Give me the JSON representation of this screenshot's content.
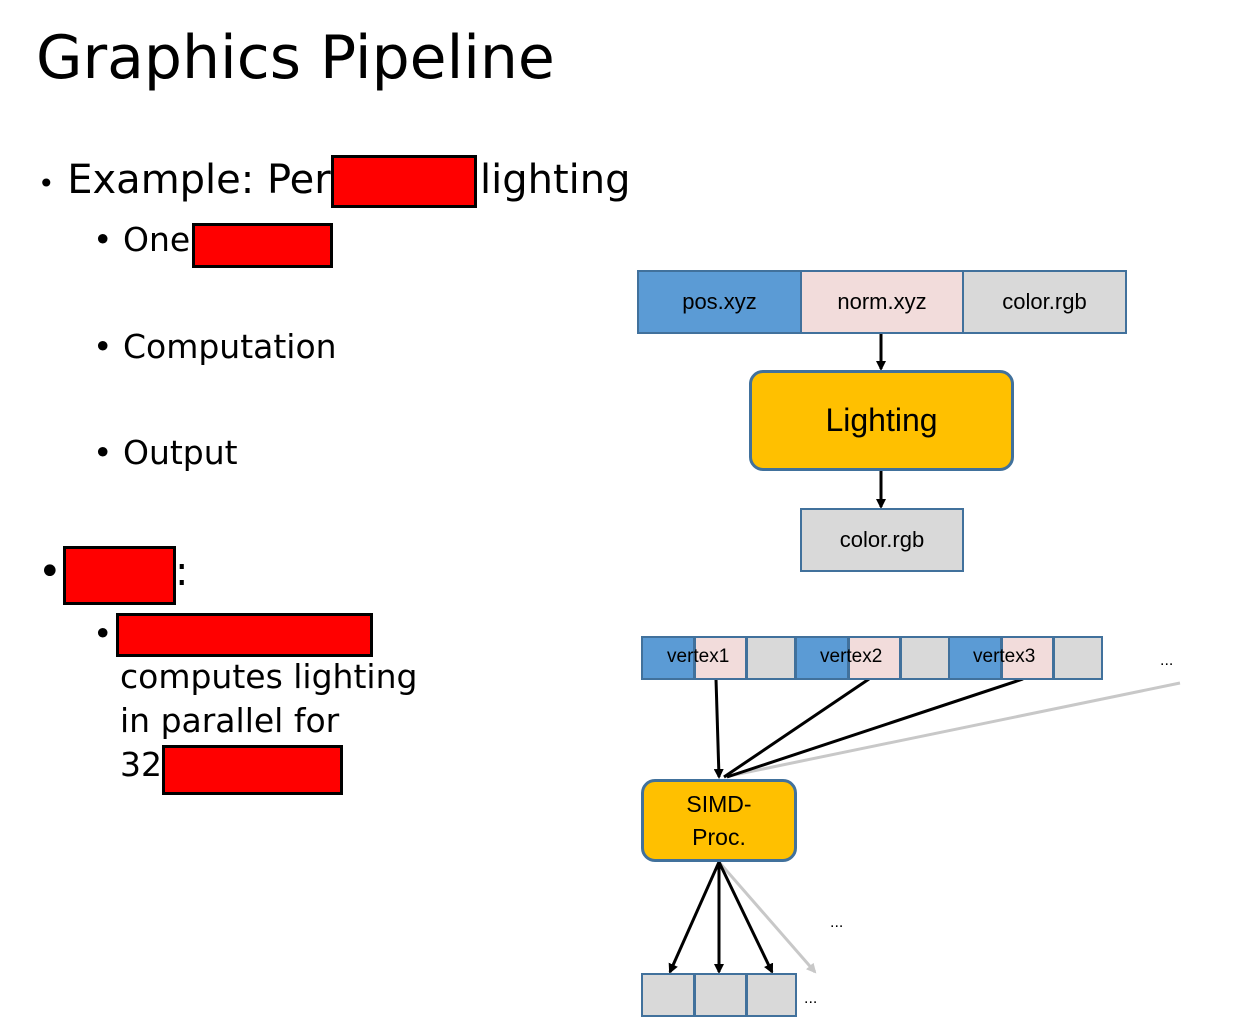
{
  "title": "Graphics Pipeline",
  "bullets": {
    "example_prefix": "Example: Per",
    "example_suffix": "lighting",
    "one": "One",
    "computation": "Computation",
    "output": "Output",
    "colon": ":",
    "parallel_lines": [
      "computes lighting",
      "in parallel for",
      "32"
    ]
  },
  "diagram_top": {
    "input_cells": [
      "pos.xyz",
      "norm.xyz",
      "color.rgb"
    ],
    "process_label": "Lighting",
    "output_cell": "color.rgb"
  },
  "diagram_bottom": {
    "vertex_labels": [
      "vertex1",
      "vertex2",
      "vertex3"
    ],
    "process_label_line1": "SIMD-",
    "process_label_line2": "Proc.",
    "ellipsis": "..."
  },
  "colors": {
    "redaction": "#ff0000",
    "blue_cell": "#5b9bd5",
    "pink_cell": "#f2dcdb",
    "gray_cell": "#d9d9d9",
    "processor": "#ffc000",
    "border": "#41719c"
  }
}
